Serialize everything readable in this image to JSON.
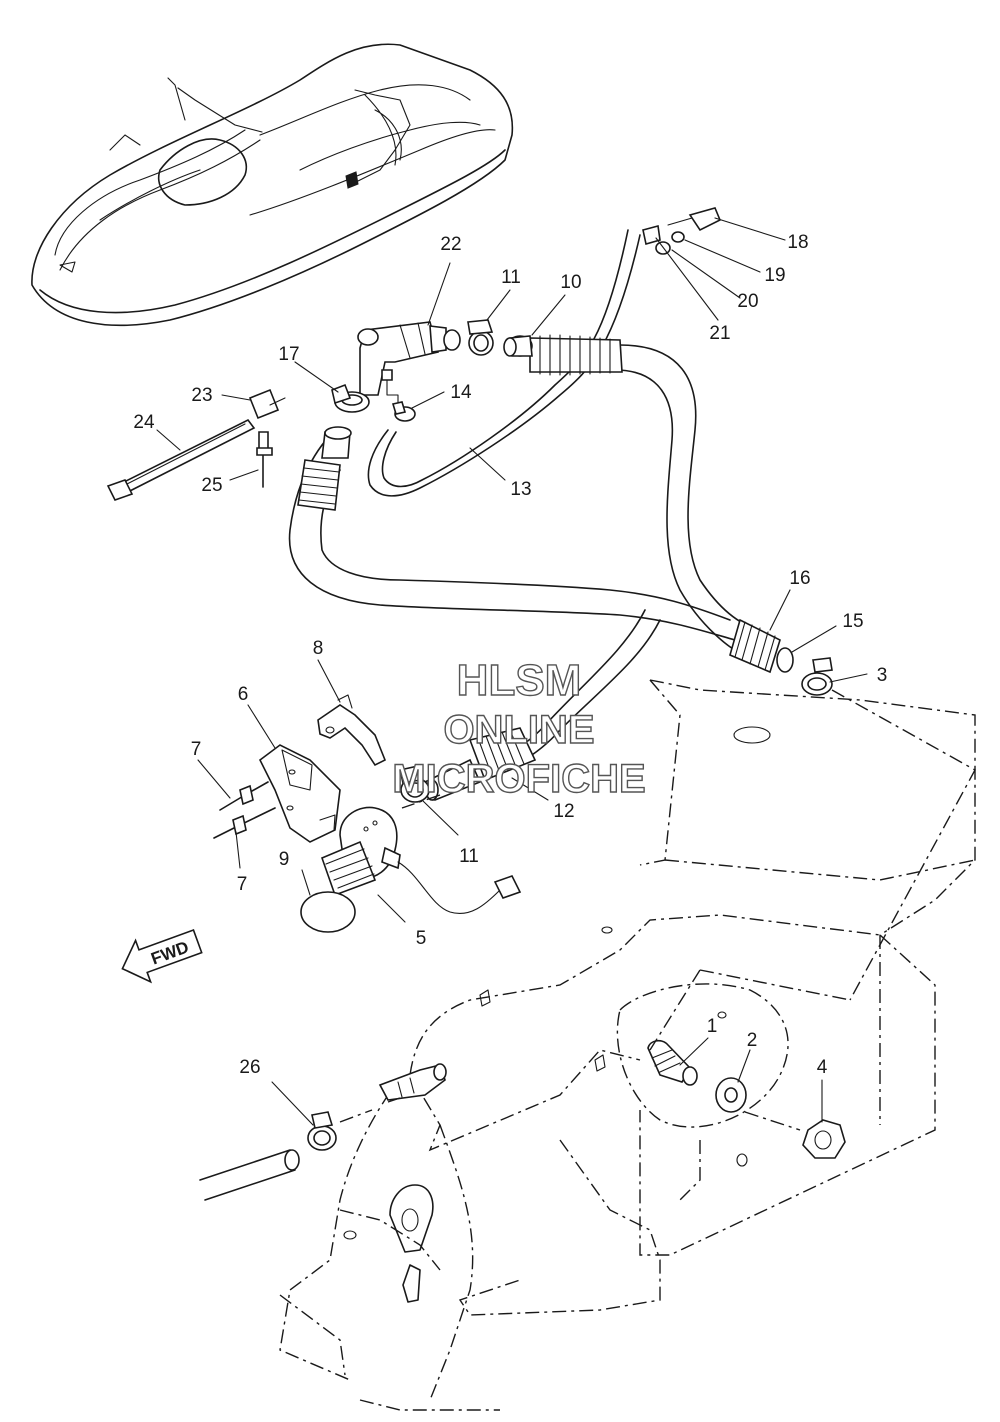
{
  "watermark": {
    "line1": "HLSM",
    "line2": "ONLINE",
    "line3": "MICROFICHE"
  },
  "direction_badge": "FWD",
  "callouts": [
    {
      "id": "1",
      "text": "1"
    },
    {
      "id": "2",
      "text": "2"
    },
    {
      "id": "3",
      "text": "3"
    },
    {
      "id": "4",
      "text": "4"
    },
    {
      "id": "5",
      "text": "5"
    },
    {
      "id": "6",
      "text": "6"
    },
    {
      "id": "7a",
      "text": "7"
    },
    {
      "id": "7b",
      "text": "7"
    },
    {
      "id": "8",
      "text": "8"
    },
    {
      "id": "9",
      "text": "9"
    },
    {
      "id": "10",
      "text": "10"
    },
    {
      "id": "11a",
      "text": "11"
    },
    {
      "id": "11b",
      "text": "11"
    },
    {
      "id": "12",
      "text": "12"
    },
    {
      "id": "13",
      "text": "13"
    },
    {
      "id": "14",
      "text": "14"
    },
    {
      "id": "15",
      "text": "15"
    },
    {
      "id": "16",
      "text": "16"
    },
    {
      "id": "17",
      "text": "17"
    },
    {
      "id": "18",
      "text": "18"
    },
    {
      "id": "19",
      "text": "19"
    },
    {
      "id": "20",
      "text": "20"
    },
    {
      "id": "21",
      "text": "21"
    },
    {
      "id": "22",
      "text": "22"
    },
    {
      "id": "23",
      "text": "23"
    },
    {
      "id": "24",
      "text": "24"
    },
    {
      "id": "25",
      "text": "25"
    },
    {
      "id": "26",
      "text": "26"
    }
  ]
}
